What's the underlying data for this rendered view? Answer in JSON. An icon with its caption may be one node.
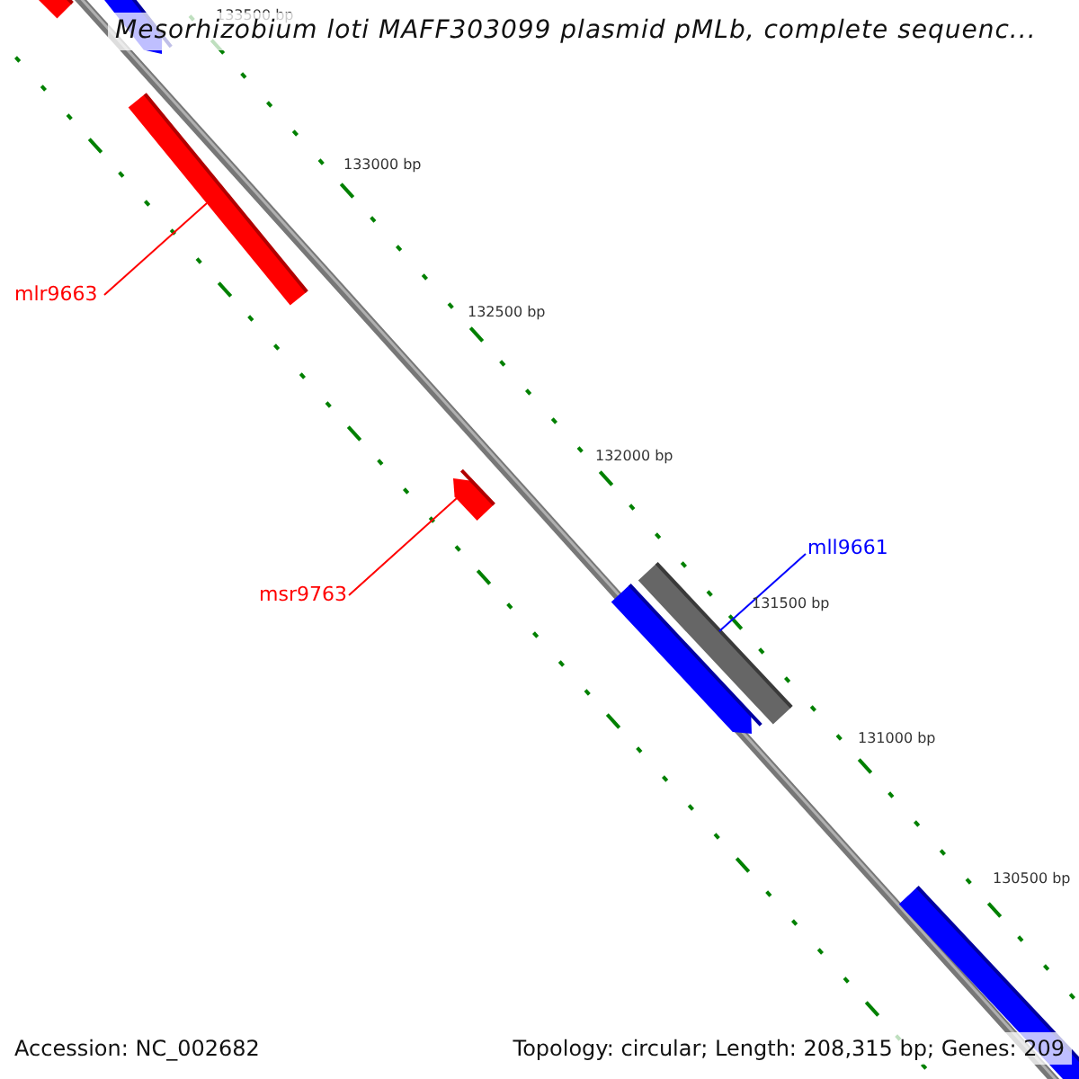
{
  "diagram": {
    "title": "Mesorhizobium loti MAFF303099 plasmid pMLb, complete sequenc...",
    "nodes": [
      {
        "text": [],
        "shape": "bar"
      },
      {
        "text": [],
        "shape": "bar"
      },
      {
        "text": [],
        "shape": "bar"
      },
      {
        "text": [
          "mlr9663"
        ]
      },
      {
        "text": [],
        "shape": "bar"
      },
      {
        "text": [
          "mll9661"
        ]
      },
      {
        "text": [],
        "shape": "bar"
      },
      {
        "text": [
          "msr9763"
        ]
      },
      {
        "text": [],
        "shape": "bar"
      },
      {
        "text": [],
        "shape": "bar"
      }
    ],
    "edges": [
      {
        "from": 3,
        "to": 2,
        "arrow": "none"
      },
      {
        "from": 7,
        "to": 4,
        "arrow": "none"
      },
      {
        "from": 5,
        "to": 6,
        "arrow": "none",
        "color": "#0000ff"
      }
    ],
    "labels": [
      "133500 bp",
      "133000 bp",
      "132500 bp",
      "132000 bp",
      "131500 bp",
      "131000 bp",
      "130500 bp",
      "Accession: NC_002682",
      "Topology: circular; Length: 208,315 bp; Genes: 209"
    ]
  }
}
